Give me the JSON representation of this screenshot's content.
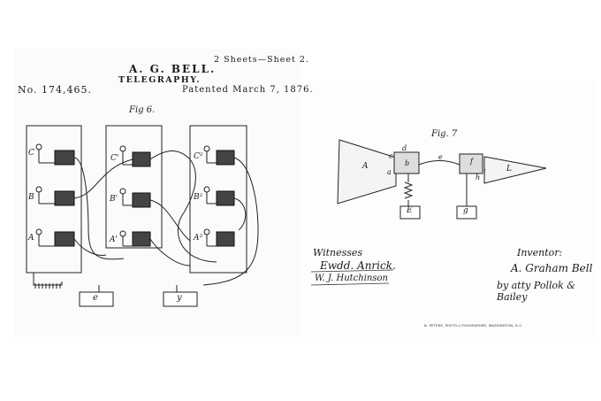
{
  "header": {
    "sheets": "2 Sheets—Sheet 2.",
    "inventor_name": "A. G. BELL.",
    "subject": "TELEGRAPHY.",
    "patent_number": "No. 174,465.",
    "patent_date": "Patented March 7, 1876."
  },
  "fig6": {
    "label": "Fig 6.",
    "rows": [
      {
        "left": "C",
        "mid": "C'",
        "right": "C²"
      },
      {
        "left": "B",
        "mid": "B'",
        "right": "B²"
      },
      {
        "left": "A",
        "mid": "A'",
        "right": "A²"
      }
    ],
    "boxes": [
      "e",
      "y"
    ]
  },
  "fig7": {
    "label": "Fig. 7",
    "labels": {
      "A": "A",
      "a": "a",
      "b": "b",
      "c": "c",
      "d": "d",
      "e": "e",
      "f": "f",
      "h": "h",
      "i": "i",
      "L": "L",
      "E": "E",
      "g": "g"
    }
  },
  "signatures": {
    "witnesses_label": "Witnesses",
    "witness_1": "Ewdd. Anrick.",
    "witness_2": "W. J. Hutchinson",
    "inventor_label": "Inventor:",
    "inventor_signature": "A. Graham Bell",
    "attorney_line": "by atty Pollok & Bailey"
  },
  "printer_note": "N. PETERS, PHOTO-LITHOGRAPHER, WASHINGTON, D.C."
}
